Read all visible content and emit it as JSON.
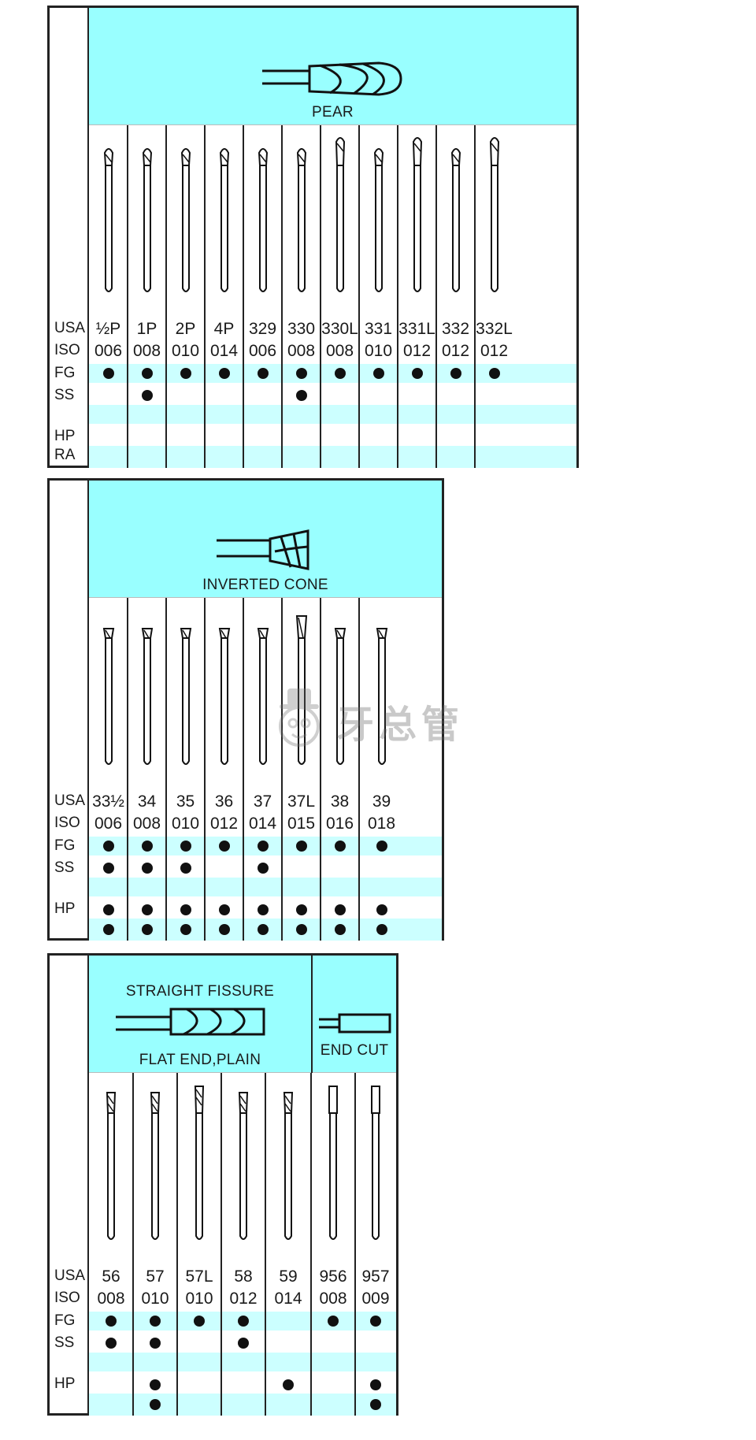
{
  "colors": {
    "header": "#99ffff",
    "band": "#ccffff",
    "line": "#222222"
  },
  "row_labels": [
    "USA",
    "ISO",
    "FG",
    "SS",
    "HP",
    "RA"
  ],
  "watermark": {
    "text": "牙总管"
  },
  "charts": [
    {
      "title": "PEAR",
      "usa_label": "USA",
      "iso_label": "ISO",
      "fg_label": "FG",
      "ss_label": "SS",
      "hp_label": "HP",
      "ra_label": "RA",
      "columns": [
        {
          "usa": "½P",
          "iso": "006",
          "fg": true,
          "ss": false,
          "hp": false,
          "ra": false,
          "icon": "pear-bur-icon"
        },
        {
          "usa": "1P",
          "iso": "008",
          "fg": true,
          "ss": true,
          "hp": false,
          "ra": false,
          "icon": "pear-bur-icon"
        },
        {
          "usa": "2P",
          "iso": "010",
          "fg": true,
          "ss": false,
          "hp": false,
          "ra": false,
          "icon": "pear-bur-icon"
        },
        {
          "usa": "4P",
          "iso": "014",
          "fg": true,
          "ss": false,
          "hp": false,
          "ra": false,
          "icon": "pear-bur-icon"
        },
        {
          "usa": "329",
          "iso": "006",
          "fg": true,
          "ss": false,
          "hp": false,
          "ra": false,
          "icon": "pear-bur-icon"
        },
        {
          "usa": "330",
          "iso": "008",
          "fg": true,
          "ss": true,
          "hp": false,
          "ra": false,
          "icon": "pear-bur-icon"
        },
        {
          "usa": "330L",
          "iso": "008",
          "fg": true,
          "ss": false,
          "hp": false,
          "ra": false,
          "icon": "pear-long-bur-icon"
        },
        {
          "usa": "331",
          "iso": "010",
          "fg": true,
          "ss": false,
          "hp": false,
          "ra": false,
          "icon": "pear-bur-icon"
        },
        {
          "usa": "331L",
          "iso": "012",
          "fg": true,
          "ss": false,
          "hp": false,
          "ra": false,
          "icon": "pear-long-bur-icon"
        },
        {
          "usa": "332",
          "iso": "012",
          "fg": true,
          "ss": false,
          "hp": false,
          "ra": false,
          "icon": "pear-bur-icon"
        },
        {
          "usa": "332L",
          "iso": "012",
          "fg": true,
          "ss": false,
          "hp": false,
          "ra": false,
          "icon": "pear-long-bur-icon"
        }
      ]
    },
    {
      "title": "INVERTED CONE",
      "usa_label": "USA",
      "iso_label": "ISO",
      "fg_label": "FG",
      "ss_label": "SS",
      "hp_label": "HP",
      "columns": [
        {
          "usa": "33½",
          "iso": "006",
          "fg": true,
          "ss": true,
          "hp": true,
          "ra": true,
          "icon": "inverted-cone-bur-icon"
        },
        {
          "usa": "34",
          "iso": "008",
          "fg": true,
          "ss": true,
          "hp": true,
          "ra": true,
          "icon": "inverted-cone-bur-icon"
        },
        {
          "usa": "35",
          "iso": "010",
          "fg": true,
          "ss": true,
          "hp": true,
          "ra": true,
          "icon": "inverted-cone-bur-icon"
        },
        {
          "usa": "36",
          "iso": "012",
          "fg": true,
          "ss": false,
          "hp": true,
          "ra": true,
          "icon": "inverted-cone-bur-icon"
        },
        {
          "usa": "37",
          "iso": "014",
          "fg": true,
          "ss": true,
          "hp": true,
          "ra": true,
          "icon": "inverted-cone-bur-icon"
        },
        {
          "usa": "37L",
          "iso": "015",
          "fg": true,
          "ss": false,
          "hp": true,
          "ra": true,
          "icon": "inverted-cone-long-bur-icon"
        },
        {
          "usa": "38",
          "iso": "016",
          "fg": true,
          "ss": false,
          "hp": true,
          "ra": true,
          "icon": "inverted-cone-bur-icon"
        },
        {
          "usa": "39",
          "iso": "018",
          "fg": true,
          "ss": false,
          "hp": true,
          "ra": true,
          "icon": "inverted-cone-bur-icon"
        }
      ]
    },
    {
      "title_line1": "STRAIGHT FISSURE",
      "title_line2": "FLAT END,PLAIN",
      "title_b": "END CUT",
      "usa_label": "USA",
      "iso_label": "ISO",
      "fg_label": "FG",
      "ss_label": "SS",
      "hp_label": "HP",
      "columns": [
        {
          "usa": "56",
          "iso": "008",
          "fg": true,
          "ss": true,
          "hp": false,
          "ra": false,
          "icon": "straight-fissure-bur-icon"
        },
        {
          "usa": "57",
          "iso": "010",
          "fg": true,
          "ss": true,
          "hp": true,
          "ra": true,
          "icon": "straight-fissure-bur-icon"
        },
        {
          "usa": "57L",
          "iso": "010",
          "fg": true,
          "ss": false,
          "hp": false,
          "ra": false,
          "icon": "straight-fissure-long-bur-icon"
        },
        {
          "usa": "58",
          "iso": "012",
          "fg": true,
          "ss": true,
          "hp": false,
          "ra": false,
          "icon": "straight-fissure-bur-icon"
        },
        {
          "usa": "59",
          "iso": "014",
          "fg": false,
          "ss": false,
          "hp": true,
          "ra": false,
          "icon": "straight-fissure-bur-icon"
        },
        {
          "usa": "956",
          "iso": "008",
          "fg": true,
          "ss": false,
          "hp": false,
          "ra": false,
          "icon": "end-cut-bur-icon"
        },
        {
          "usa": "957",
          "iso": "009",
          "fg": true,
          "ss": false,
          "hp": true,
          "ra": true,
          "icon": "end-cut-bur-icon"
        }
      ]
    }
  ]
}
